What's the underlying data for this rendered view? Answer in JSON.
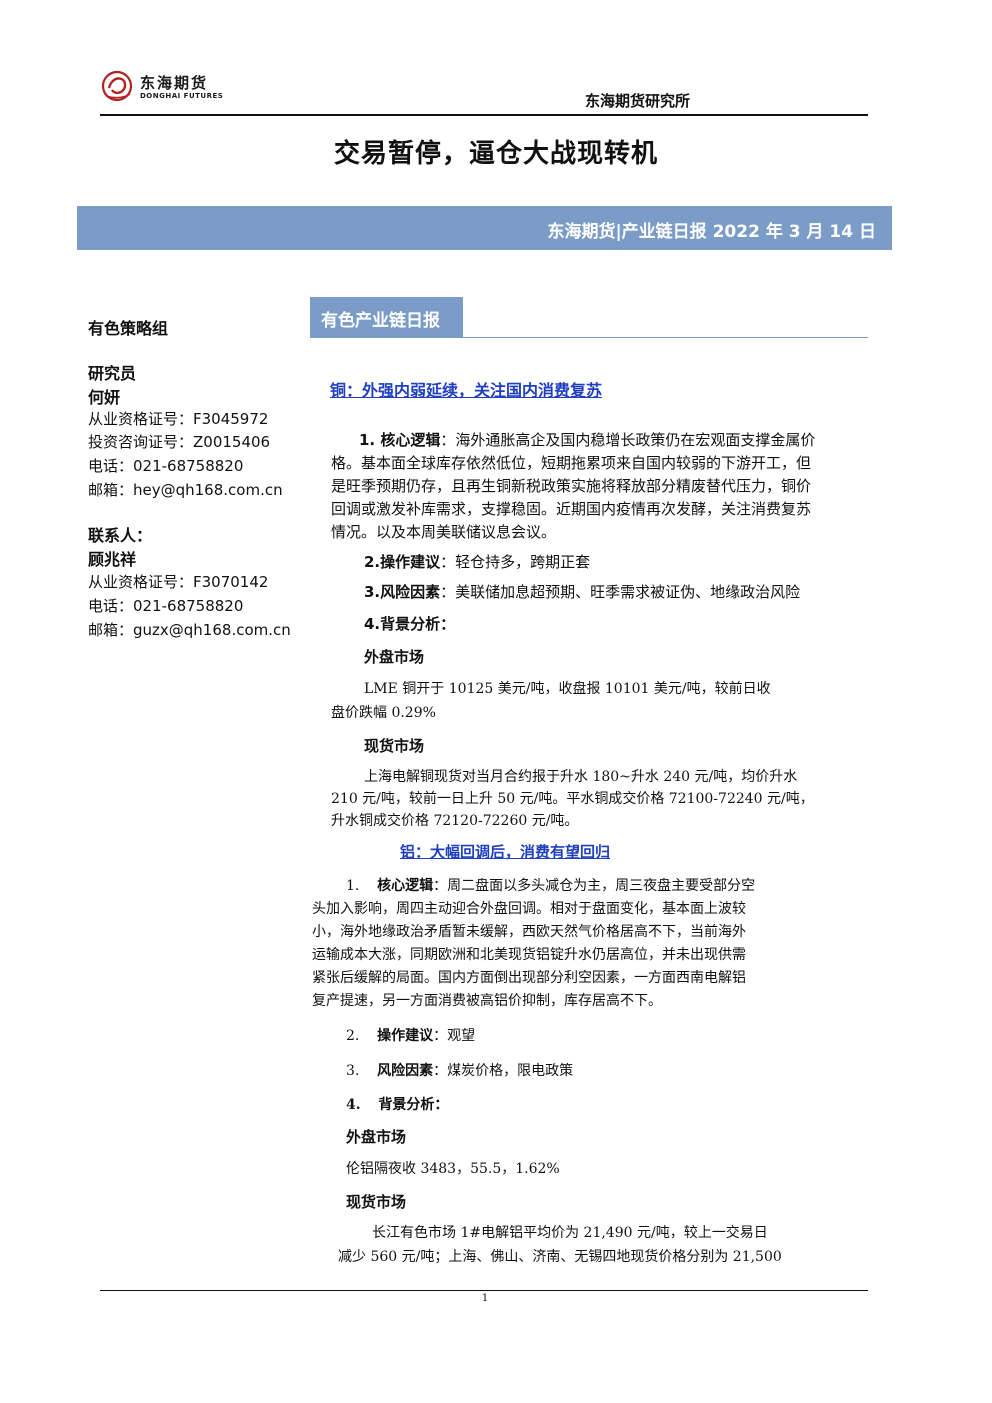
{
  "header": {
    "logo_cn": "东海期货",
    "logo_en": "DONGHAI FUTURES",
    "institute": "东海期货研究所"
  },
  "title": "交易暂停，逼仓大战现转机",
  "banner": "东海期货|产业链日报 2022 年 3 月 14 日",
  "sidebar": {
    "group": "有色策略组",
    "researcher_label": "研究员",
    "researcher_name": "何妍",
    "researcher_cert": "从业资格证号：F3045972",
    "researcher_advisory": "投资咨询证号：Z0015406",
    "researcher_phone": "电话：021-68758820",
    "researcher_email": "邮箱：hey@qh168.com.cn",
    "contact_label": "联系人：",
    "contact_name": "顾兆祥",
    "contact_cert": "从业资格证号：F3070142",
    "contact_phone": "电话：021-68758820",
    "contact_email": "邮箱：guzx@qh168.com.cn"
  },
  "section_tab": "有色产业链日报",
  "copper": {
    "heading": "铜：外强内弱延续，关注国内消费复苏",
    "logic_label": "1. 核心逻辑",
    "logic_lines": [
      "：海外通胀高企及国内稳增长政策仍在宏观面支撑金属价",
      "格。基本面全球库存依然低位，短期拖累项来自国内较弱的下游开工，但",
      "是旺季预期仍存，且再生铜新税政策实施将释放部分精废替代压力，铜价",
      "回调或激发补库需求，支撑稳固。近期国内疫情再次发酵，关注消费复苏",
      "情况。以及本周美联储议息会议。"
    ],
    "advice_label": "2.操作建议",
    "advice_text": "：轻仓持多，跨期正套",
    "risk_label": "3.风险因素",
    "risk_text": "：美联储加息超预期、旺季需求被证伪、地缘政治风险",
    "bg_label": "4.背景分析：",
    "overseas_label": "外盘市场",
    "overseas_lines": [
      "LME 铜开于 10125 美元/吨，收盘报 10101 美元/吨，较前日收",
      "盘价跌幅 0.29%"
    ],
    "spot_label": "现货市场",
    "spot_lines": [
      "上海电解铜现货对当月合约报于升水 180~升水 240 元/吨，均价升水",
      "210 元/吨，较前一日上升 50 元/吨。平水铜成交价格 72100-72240 元/吨，",
      "升水铜成交价格 72120-72260 元/吨。"
    ]
  },
  "aluminum": {
    "heading": "铝：大幅回调后，消费有望回归",
    "logic_num": "1.",
    "logic_label": "核心逻辑",
    "logic_lines": [
      "：周二盘面以多头减仓为主，周三夜盘主要受部分空",
      "头加入影响，周四主动迎合外盘回调。相对于盘面变化，基本面上波较",
      "小，海外地缘政治矛盾暂未缓解，西欧天然气价格居高不下，当前海外",
      "运输成本大涨，同期欧洲和北美现货铝锭升水仍居高位，并未出现供需",
      "紧张后缓解的局面。国内方面倒出现部分利空因素，一方面西南电解铝",
      "复产提速，另一方面消费被高铝价抑制，库存居高不下。"
    ],
    "advice_num": "2.",
    "advice_label": "操作建议",
    "advice_text": "：观望",
    "risk_num": "3.",
    "risk_label": "风险因素",
    "risk_text": "：煤炭价格，限电政策",
    "bg_num": "4.",
    "bg_label": "背景分析：",
    "overseas_label": "外盘市场",
    "overseas_text": "伦铝隔夜收 3483，55.5，1.62%",
    "spot_label": "现货市场",
    "spot_lines": [
      "长江有色市场 1#电解铝平均价为 21,490 元/吨，较上一交易日",
      "减少 560 元/吨；上海、佛山、济南、无锡四地现货价格分别为 21,500"
    ]
  },
  "footer": {
    "page": "1"
  }
}
